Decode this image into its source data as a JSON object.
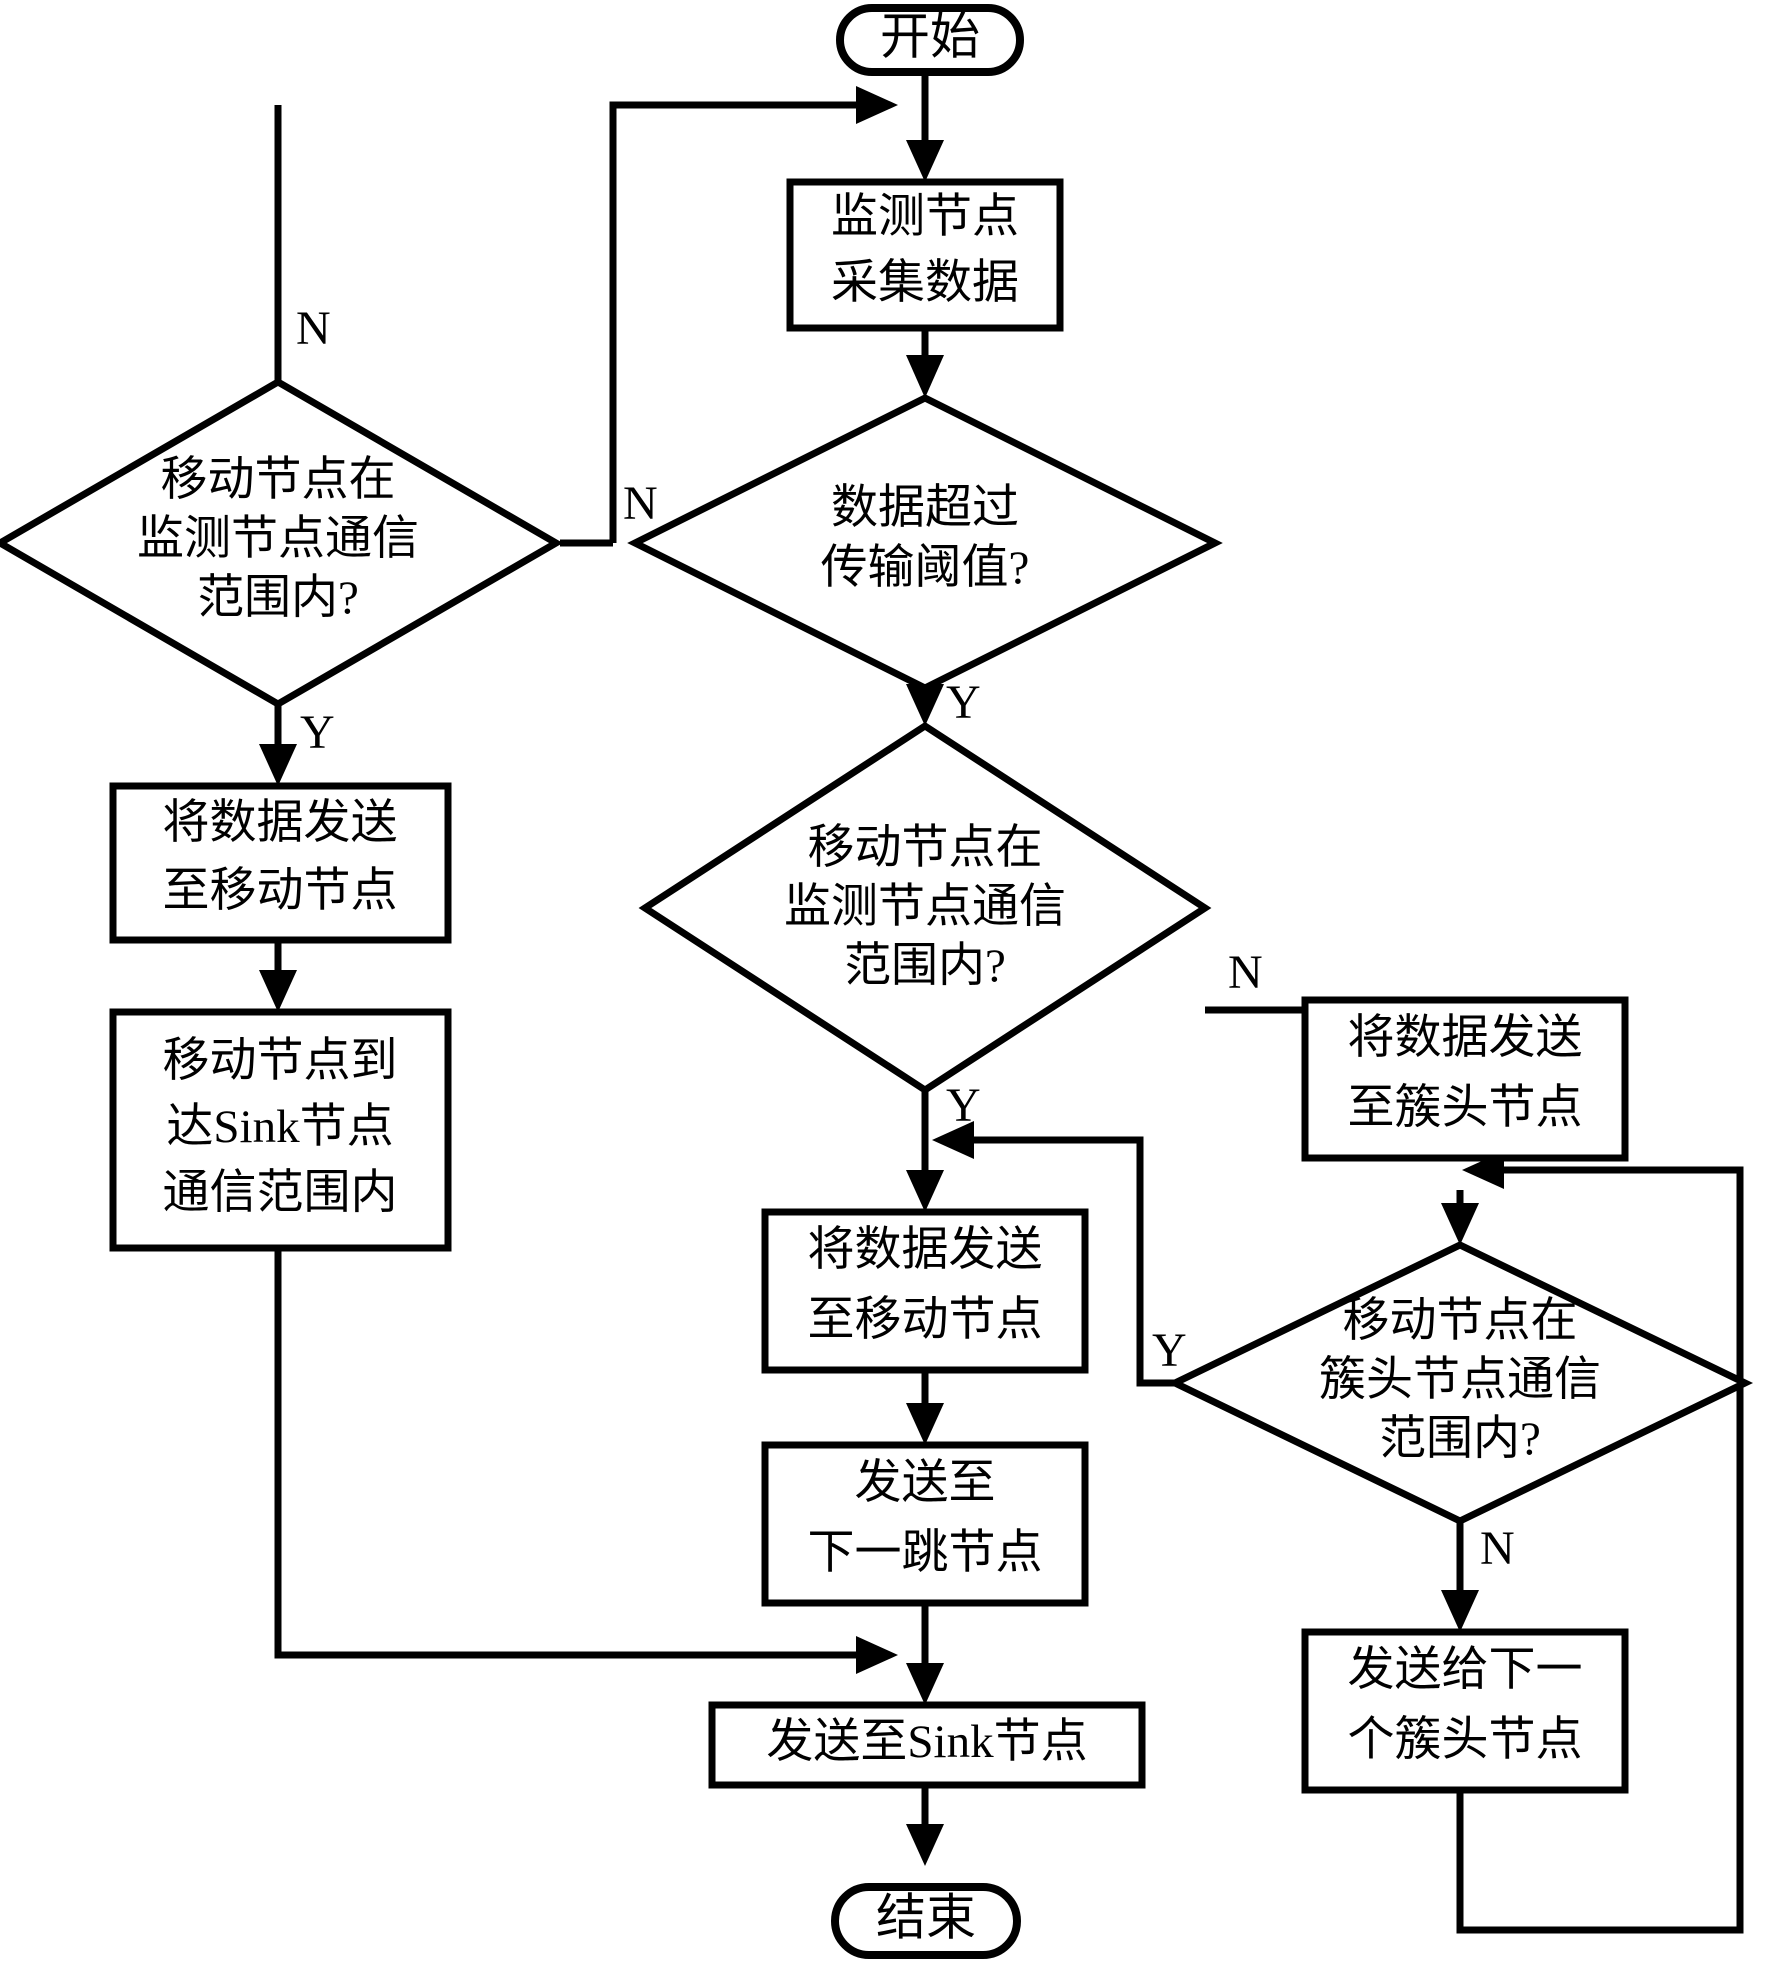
{
  "diagram": {
    "type": "flowchart",
    "title_text": "",
    "colors": {
      "stroke": "#000000",
      "fill": "#ffffff",
      "text": "#000000"
    },
    "nodes": {
      "start": {
        "shape": "terminal",
        "label": "开始"
      },
      "collect": {
        "shape": "process",
        "line1": "监测节点",
        "line2": "采集数据"
      },
      "threshold": {
        "shape": "decision",
        "line1": "数据超过",
        "line2": "传输阈值?"
      },
      "left_decision": {
        "shape": "decision",
        "line1": "移动节点在",
        "line2": "监测节点通信",
        "line3": "范围内?"
      },
      "left_send_mobile": {
        "shape": "process",
        "line1": "将数据发送",
        "line2": "至移动节点"
      },
      "left_mobile_sink": {
        "shape": "process",
        "line1": "移动节点到",
        "line2": "达Sink节点",
        "line3": "通信范围内"
      },
      "center_decision": {
        "shape": "decision",
        "line1": "移动节点在",
        "line2": "监测节点通信",
        "line3": "范围内?"
      },
      "center_send_mobile": {
        "shape": "process",
        "line1": "将数据发送",
        "line2": "至移动节点"
      },
      "center_next_hop": {
        "shape": "process",
        "line1": "发送至",
        "line2": "下一跳节点"
      },
      "send_sink": {
        "shape": "process",
        "line1": "发送至Sink节点"
      },
      "right_send_ch": {
        "shape": "process",
        "line1": "将数据发送",
        "line2": "至簇头节点"
      },
      "right_decision": {
        "shape": "decision",
        "line1": "移动节点在",
        "line2": "簇头节点通信",
        "line3": "范围内?"
      },
      "right_next_ch": {
        "shape": "process",
        "line1": "发送给下一",
        "line2": "个簇头节点"
      },
      "end": {
        "shape": "terminal",
        "label": "结束"
      }
    },
    "branch_labels": {
      "left_decision_no": "N",
      "left_decision_yes": "Y",
      "threshold_no": "N",
      "threshold_yes": "Y",
      "center_decision_no": "N",
      "center_decision_yes": "Y",
      "right_decision_yes": "Y",
      "right_decision_no": "N"
    },
    "edges": [
      {
        "from": "start",
        "to": "collect",
        "label": ""
      },
      {
        "from": "collect",
        "to": "threshold",
        "label": ""
      },
      {
        "from": "threshold",
        "to": "left_decision",
        "label": "N"
      },
      {
        "from": "threshold",
        "to": "center_decision",
        "label": "Y"
      },
      {
        "from": "left_decision",
        "to": "start_loop",
        "label": "N"
      },
      {
        "from": "left_decision",
        "to": "left_send_mobile",
        "label": "Y"
      },
      {
        "from": "left_send_mobile",
        "to": "left_mobile_sink",
        "label": ""
      },
      {
        "from": "left_mobile_sink",
        "to": "send_sink",
        "label": ""
      },
      {
        "from": "center_decision",
        "to": "right_send_ch",
        "label": "N"
      },
      {
        "from": "center_decision",
        "to": "center_send_mobile",
        "label": "Y"
      },
      {
        "from": "center_send_mobile",
        "to": "center_next_hop",
        "label": ""
      },
      {
        "from": "center_next_hop",
        "to": "send_sink",
        "label": ""
      },
      {
        "from": "right_send_ch",
        "to": "right_decision",
        "label": ""
      },
      {
        "from": "right_decision",
        "to": "center_send_mobile",
        "label": "Y"
      },
      {
        "from": "right_decision",
        "to": "right_next_ch",
        "label": "N"
      },
      {
        "from": "right_next_ch",
        "to": "right_decision",
        "label": ""
      },
      {
        "from": "send_sink",
        "to": "end",
        "label": ""
      }
    ]
  }
}
